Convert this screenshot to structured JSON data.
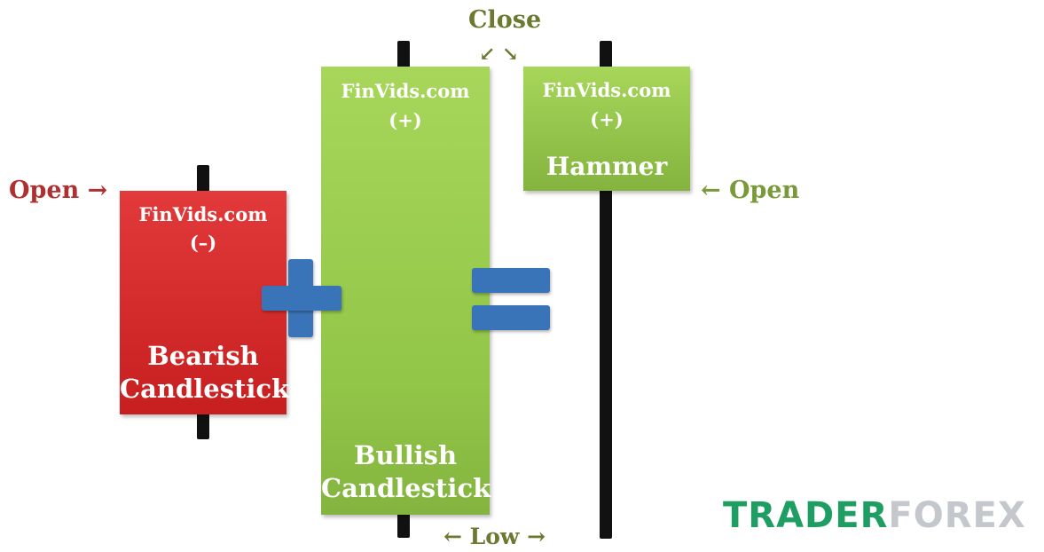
{
  "colors": {
    "bearish": "#d32b2b",
    "bullish": "#97c94c",
    "operator": "#3a74b8",
    "label_red": "#b03030",
    "label_green": "#7a9a3a",
    "label_olive": "#6b7a30",
    "logo_green": "#1e9e63",
    "logo_gray": "#c4c8cc"
  },
  "bearish": {
    "site": "FinVids.com",
    "sign": "(–)",
    "name_line1": "Bearish",
    "name_line2": "Candlestick"
  },
  "bullish": {
    "site": "FinVids.com",
    "sign": "(+)",
    "name_line1": "Bullish",
    "name_line2": "Candlestick"
  },
  "hammer": {
    "site": "FinVids.com",
    "sign": "(+)",
    "name": "Hammer"
  },
  "labels": {
    "open_left": "Open →",
    "open_right": "← Open",
    "close": "Close",
    "close_arrows": "↙ ↘",
    "low": "← Low →"
  },
  "operators": {
    "plus": "plus-sign",
    "equals": "equals-sign"
  },
  "logo": {
    "part1": "TRADER",
    "part2": "FOREX"
  }
}
